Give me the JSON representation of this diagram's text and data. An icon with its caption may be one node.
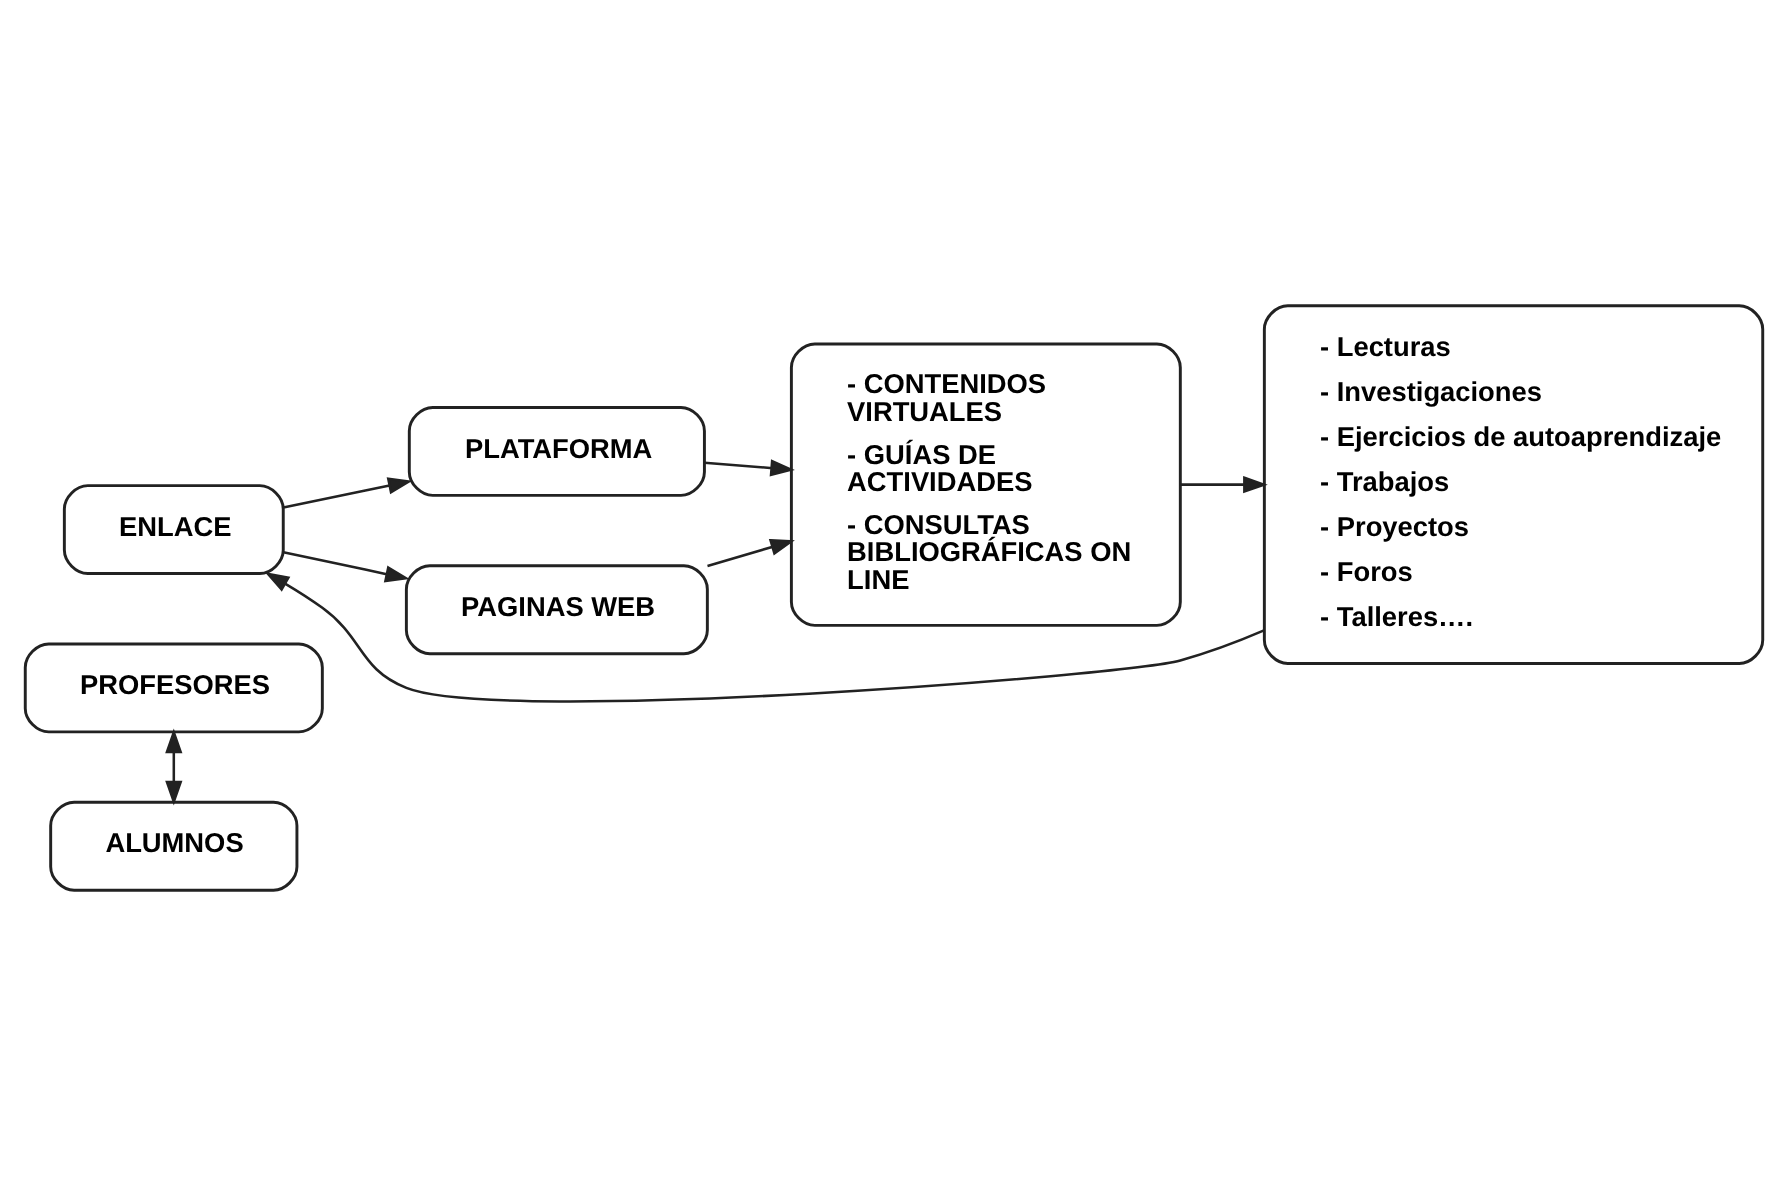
{
  "diagram": {
    "nodes": [
      {
        "text": [
          "PROFESORES"
        ]
      },
      {
        "text": [
          "ALUMNOS"
        ]
      },
      {
        "text": [
          "ENLACE"
        ]
      },
      {
        "text": [
          "PLATAFORMA"
        ]
      },
      {
        "text": [
          "PAGINAS WEB"
        ]
      },
      {
        "text": [
          "- CONTENIDOS VIRTUALES",
          "- GUÍAS DE ACTIVIDADES",
          "- CONSULTAS BIBLIOGRÁFICAS ON LINE"
        ]
      },
      {
        "text": [
          "- Lecturas",
          "- Investigaciones",
          "- Ejercicios de autoaprendizaje",
          "- Trabajos",
          "- Proyectos",
          "- Foros",
          "- Talleres…."
        ]
      }
    ],
    "edges": [
      {
        "from": 0,
        "to": 1,
        "arrow": "both"
      },
      {
        "from": 2,
        "to": 3,
        "arrow": "to"
      },
      {
        "from": 2,
        "to": 4,
        "arrow": "to"
      },
      {
        "from": 3,
        "to": 5,
        "arrow": "to"
      },
      {
        "from": 4,
        "to": 5,
        "arrow": "to"
      },
      {
        "from": 5,
        "to": 6,
        "arrow": "to"
      },
      {
        "from": 6,
        "to": 2,
        "arrow": "to"
      }
    ]
  }
}
